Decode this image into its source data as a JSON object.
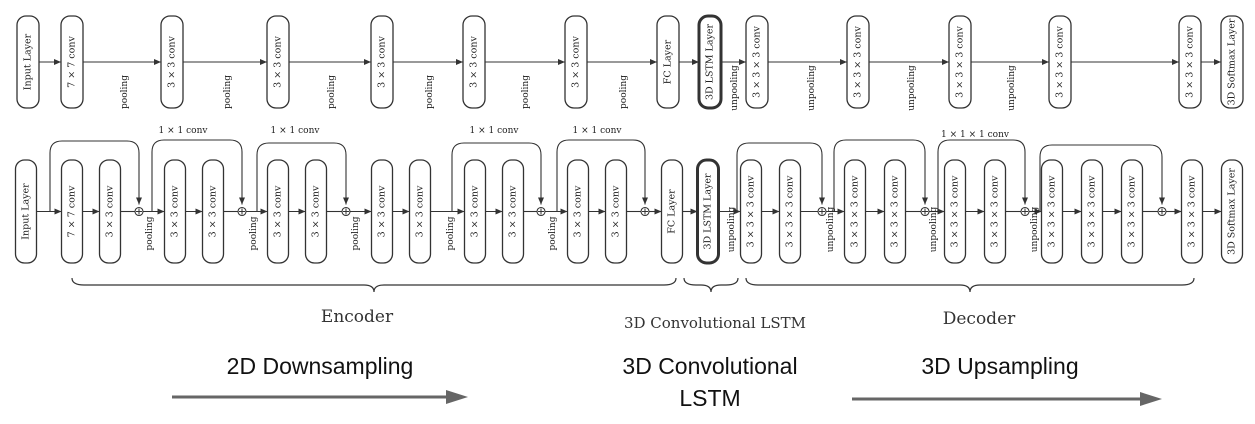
{
  "block_labels": {
    "input": "Input Layer",
    "conv7": "7 × 7 conv",
    "conv3": "3 × 3 conv",
    "fc": "FC Layer",
    "lstm": "3D LSTM Layer",
    "conv333": "3 × 3 × 3 conv",
    "softmax": "3D Softmax Layer"
  },
  "edge_labels": {
    "pooling": "pooling",
    "unpooling": "unpooling",
    "skip_2d": "1 × 1 conv",
    "skip_3d": "1 × 1 × 1 conv"
  },
  "groups": {
    "encoder": "Encoder",
    "lstm": "3D Convolutional LSTM",
    "decoder": "Decoder"
  },
  "stages": {
    "downsampling": "2D Downsampling",
    "lstm_line1": "3D Convolutional",
    "lstm_line2": "LSTM",
    "upsampling": "3D Upsampling"
  },
  "colors": {
    "stroke": "#333333",
    "arrow": "#666666"
  }
}
